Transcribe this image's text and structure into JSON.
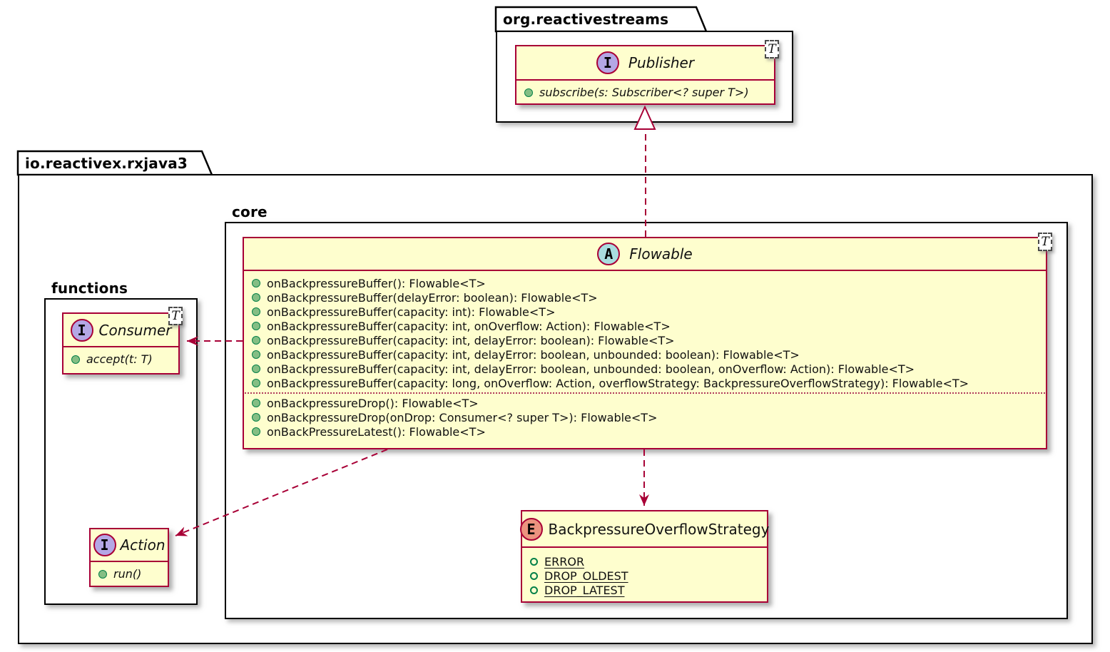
{
  "colors": {
    "class_fill": "#FEFECE",
    "class_border": "#A80036",
    "arrow": "#A80036",
    "interface_badge_fill": "#B4A7E5",
    "abstract_badge_fill": "#A9DCDF",
    "enum_badge_fill": "#EB937F",
    "method_dot_fill": "#84BE84",
    "method_dot_border": "#038048",
    "package_border": "#000000"
  },
  "packages": {
    "reactivestreams": {
      "label": "org.reactivestreams"
    },
    "rxjava3": {
      "label": "io.reactivex.rxjava3"
    },
    "core": {
      "label": "core"
    },
    "functions": {
      "label": "functions"
    }
  },
  "classes": {
    "publisher": {
      "badge": "I",
      "name": "Publisher",
      "generic": "T",
      "methods": [
        "subscribe(s: Subscriber<? super T>)"
      ]
    },
    "flowable": {
      "badge": "A",
      "name": "Flowable",
      "generic": "T",
      "buffer_methods": [
        "onBackpressureBuffer(): Flowable<T>",
        "onBackpressureBuffer(delayError: boolean): Flowable<T>",
        "onBackpressureBuffer(capacity: int): Flowable<T>",
        "onBackpressureBuffer(capacity: int, onOverflow: Action): Flowable<T>",
        "onBackpressureBuffer(capacity: int, delayError: boolean): Flowable<T>",
        "onBackpressureBuffer(capacity: int, delayError: boolean, unbounded: boolean): Flowable<T>",
        "onBackpressureBuffer(capacity: int, delayError: boolean, unbounded: boolean, onOverflow: Action): Flowable<T>",
        "onBackpressureBuffer(capacity: long, onOverflow: Action, overflowStrategy: BackpressureOverflowStrategy): Flowable<T>"
      ],
      "drop_methods": [
        "onBackpressureDrop(): Flowable<T>",
        "onBackpressureDrop(onDrop: Consumer<? super T>): Flowable<T>",
        "onBackPressureLatest(): Flowable<T>"
      ]
    },
    "consumer": {
      "badge": "I",
      "name": "Consumer",
      "generic": "T",
      "methods": [
        "accept(t: T)"
      ]
    },
    "action": {
      "badge": "I",
      "name": "Action",
      "methods": [
        "run()"
      ]
    },
    "strategy": {
      "badge": "E",
      "name": "BackpressureOverflowStrategy",
      "constants": [
        "ERROR",
        "DROP_OLDEST",
        "DROP_LATEST"
      ]
    }
  }
}
